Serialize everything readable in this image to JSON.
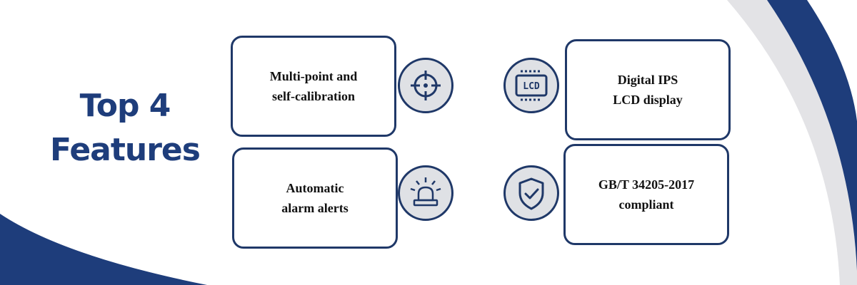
{
  "title": {
    "line1": "Top 4",
    "line2": "Features"
  },
  "features": [
    {
      "label": "Multi-point and\nself-calibration",
      "icon": "crosshair-icon"
    },
    {
      "label": "Digital IPS\nLCD display",
      "icon": "lcd-icon",
      "icon_text": "LCD"
    },
    {
      "label": "Automatic\nalarm alerts",
      "icon": "alarm-light-icon"
    },
    {
      "label": "GB/T 34205-2017\ncompliant",
      "icon": "shield-check-icon"
    }
  ],
  "colors": {
    "navy": "#1e3d7b",
    "card_border": "#1f3868",
    "icon_bg": "#dfe1e5",
    "swoosh_gray": "#e3e3e6"
  }
}
